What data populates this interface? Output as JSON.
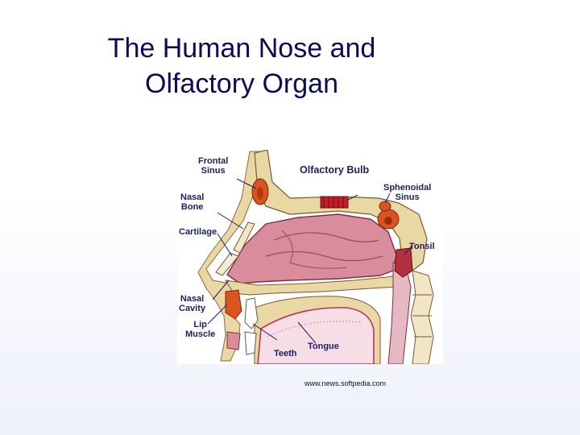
{
  "title": {
    "line1": "The Human Nose and",
    "line2": "Olfactory Organ"
  },
  "figure": {
    "labels": {
      "frontal_sinus": [
        "Frontal",
        "Sinus"
      ],
      "olfactory_bulb": "Olfactory Bulb",
      "sphenoidal_sinus": [
        "Sphenoidal",
        "Sinus"
      ],
      "nasal_bone": [
        "Nasal",
        "Bone"
      ],
      "cartilage": "Cartilage",
      "tonsil": "Tonsil",
      "nasal_cavity": [
        "Nasal",
        "Cavity"
      ],
      "lip_muscle": [
        "Lip",
        "Muscle"
      ],
      "teeth": "Teeth",
      "tongue": "Tongue"
    },
    "colors": {
      "bone": "#e9d7a4",
      "cavity": "#d98c9c",
      "sinus": "#d9541e",
      "bulb": "#c4202c",
      "label": "#1a1f5e"
    }
  },
  "credit": "www.news.softpedia.com"
}
